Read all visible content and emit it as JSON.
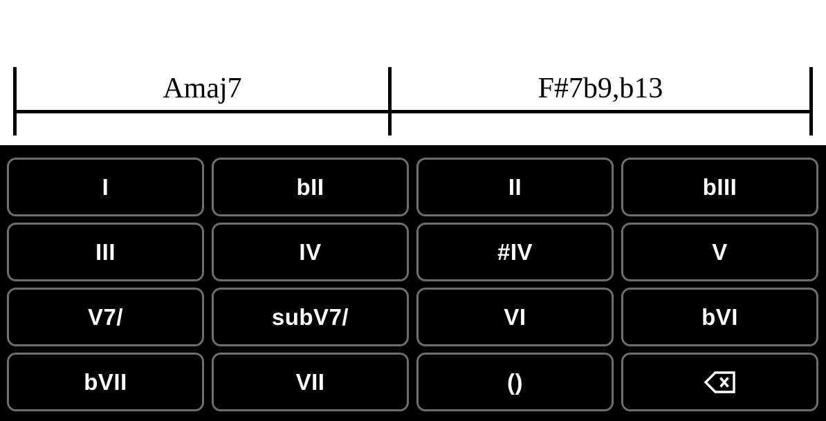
{
  "chart": {
    "measures": [
      {
        "chord": "Amaj7"
      },
      {
        "chord": "F#7b9,b13"
      }
    ],
    "ink_color": "#000000",
    "paper_color": "#ffffff"
  },
  "keypad": {
    "background_color": "#000000",
    "key_border_color": "#6e6e6e",
    "key_text_color": "#ffffff",
    "rows": [
      [
        {
          "label": "I",
          "name": "key-i"
        },
        {
          "label": "bII",
          "name": "key-bii"
        },
        {
          "label": "II",
          "name": "key-ii"
        },
        {
          "label": "bIII",
          "name": "key-biii"
        }
      ],
      [
        {
          "label": "III",
          "name": "key-iii"
        },
        {
          "label": "IV",
          "name": "key-iv"
        },
        {
          "label": "#IV",
          "name": "key-sharp-iv"
        },
        {
          "label": "V",
          "name": "key-v"
        }
      ],
      [
        {
          "label": "V7/",
          "name": "key-v7-slash"
        },
        {
          "label": "subV7/",
          "name": "key-subv7-slash"
        },
        {
          "label": "VI",
          "name": "key-vi"
        },
        {
          "label": "bVI",
          "name": "key-bvi"
        }
      ],
      [
        {
          "label": "bVII",
          "name": "key-bvii"
        },
        {
          "label": "VII",
          "name": "key-vii"
        },
        {
          "label": "()",
          "name": "key-parentheses"
        },
        {
          "label": "",
          "name": "key-backspace",
          "icon": "backspace-icon"
        }
      ]
    ]
  }
}
